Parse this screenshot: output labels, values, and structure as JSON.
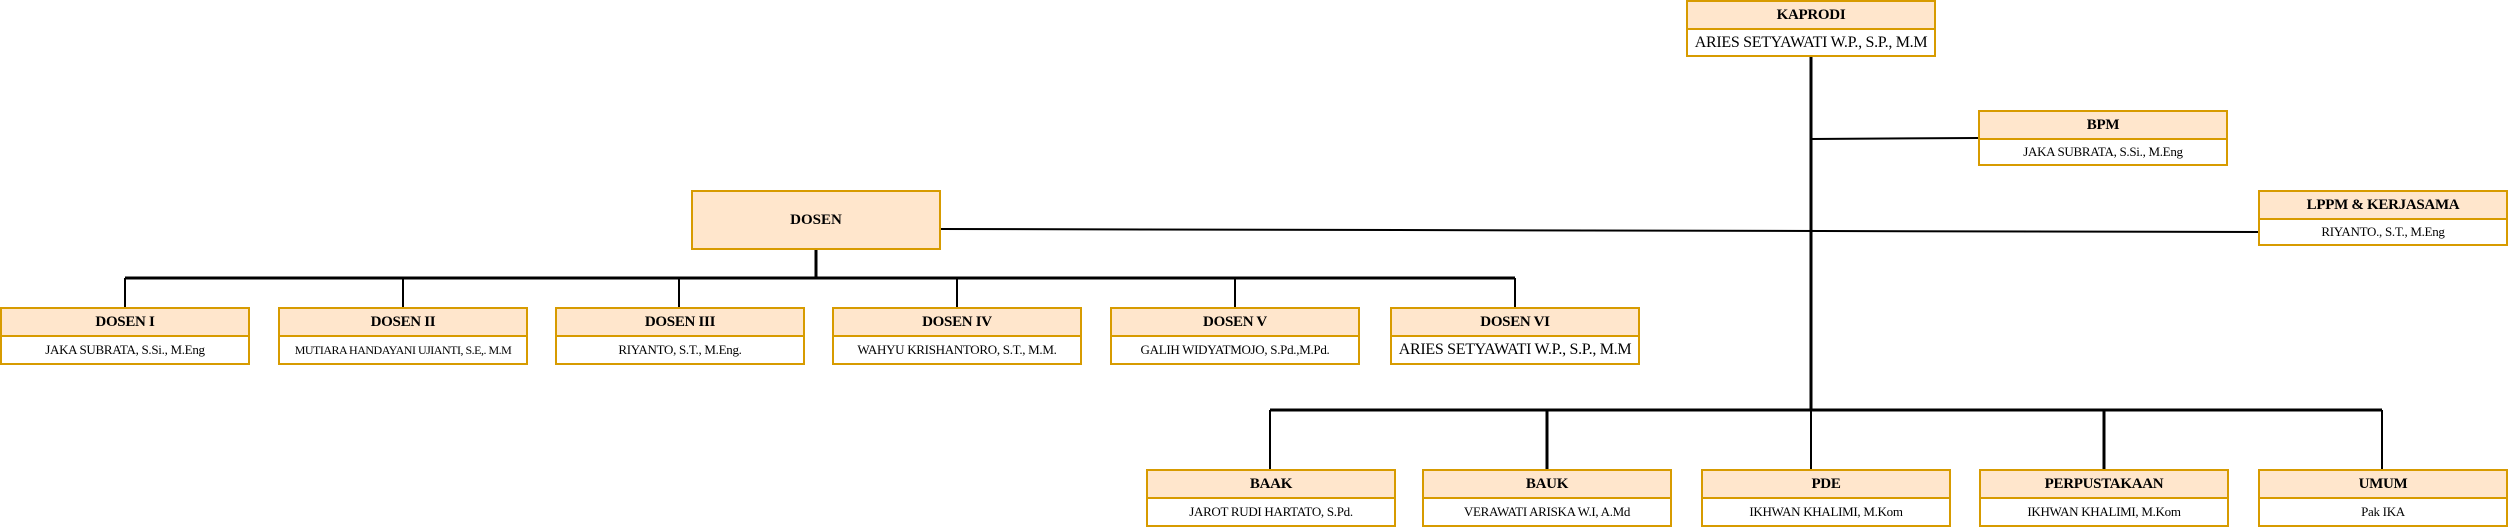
{
  "kaprodi": {
    "title": "KAPRODI",
    "name": "ARIES SETYAWATI W.P., S.P., M.M"
  },
  "bpm": {
    "title": "BPM",
    "name": "JAKA SUBRATA, S.Si., M.Eng"
  },
  "lppm": {
    "title": "LPPM & KERJASAMA",
    "name": "RIYANTO., S.T., M.Eng"
  },
  "dosen": {
    "title": "DOSEN"
  },
  "dosen_list": [
    {
      "title": "DOSEN I",
      "name": "JAKA SUBRATA, S.Si., M.Eng"
    },
    {
      "title": "DOSEN II",
      "name": "MUTIARA HANDAYANI UJIANTI, S.E,. M.M"
    },
    {
      "title": "DOSEN III",
      "name": "RIYANTO, S.T., M.Eng."
    },
    {
      "title": "DOSEN IV",
      "name": "WAHYU KRISHANTORO, S.T., M.M."
    },
    {
      "title": "DOSEN V",
      "name": "GALIH WIDYATMOJO, S.Pd.,M.Pd."
    },
    {
      "title": "DOSEN VI",
      "name": "ARIES SETYAWATI W.P., S.P., M.M"
    }
  ],
  "units": [
    {
      "title": "BAAK",
      "name": "JAROT RUDI HARTATO, S.Pd."
    },
    {
      "title": "BAUK",
      "name": "VERAWATI ARISKA W.I, A.Md"
    },
    {
      "title": "PDE",
      "name": "IKHWAN KHALIMI, M.Kom"
    },
    {
      "title": "PERPUSTAKAAN",
      "name": "IKHWAN KHALIMI, M.Kom"
    },
    {
      "title": "UMUM",
      "name": "Pak IKA"
    }
  ],
  "colors": {
    "header_fill": "#ffe6cc",
    "border": "#d79b00",
    "line": "#000000"
  }
}
